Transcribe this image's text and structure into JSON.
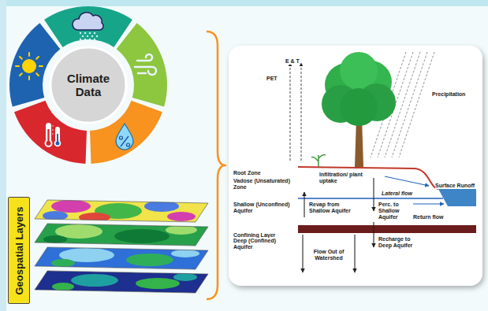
{
  "diagram": {
    "nodes": [
      {
        "text": [
          "Climate Data"
        ]
      },
      {
        "text": [
          "Geospatial Layers"
        ]
      }
    ],
    "labels": [
      "E & T",
      "PET",
      "Precipitation",
      "Root Zone",
      "Infiltration/ plant uptake",
      "Surface Runoff",
      "Vadose (Unsaturated) Zone",
      "Lateral flow",
      "Shallow (Unconfined) Aquifer",
      "Revap from Shallow Aquifer",
      "Perc. to Shallow Aquifer",
      "Return flow",
      "Confining Layer",
      "Deep (Confined) Aquifer",
      "Recharge to Deep Aquifer",
      "Flow Out of Watershed"
    ]
  }
}
